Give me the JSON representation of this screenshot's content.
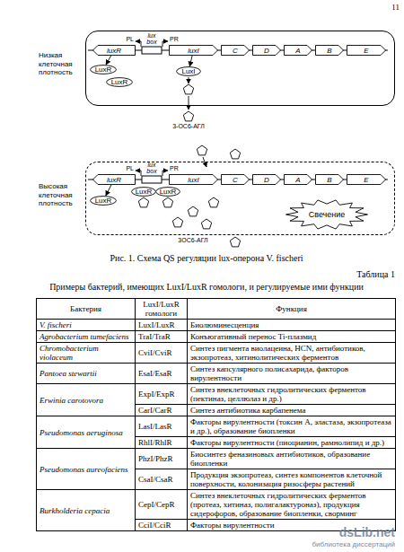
{
  "diagram": {
    "caption": "Рис. 1. Схема QS регуляции lux-оперона V. fischeri",
    "nodes": [
      {
        "text": [
          "Низкая клеточная плотность"
        ]
      },
      {
        "text": [
          "luxR"
        ],
        "in": 0
      },
      {
        "text": [
          "luxI"
        ],
        "in": 0
      },
      {
        "text": [
          "C"
        ],
        "in": 0
      },
      {
        "text": [
          "D"
        ],
        "in": 0
      },
      {
        "text": [
          "A"
        ],
        "in": 0
      },
      {
        "text": [
          "B"
        ],
        "in": 0
      },
      {
        "text": [
          "E"
        ],
        "in": 0
      },
      {
        "text": [
          "LuxR"
        ],
        "in": 0
      },
      {
        "text": [
          "LuxR"
        ],
        "in": 0
      },
      {
        "text": [
          "LuxI"
        ],
        "in": 0
      },
      {
        "text": [
          "Высокая клеточная плотность"
        ]
      },
      {
        "text": [
          "luxR"
        ],
        "in": 11
      },
      {
        "text": [
          "luxI"
        ],
        "in": 11
      },
      {
        "text": [
          "C"
        ],
        "in": 11
      },
      {
        "text": [
          "D"
        ],
        "in": 11
      },
      {
        "text": [
          "A"
        ],
        "in": 11
      },
      {
        "text": [
          "B"
        ],
        "in": 11
      },
      {
        "text": [
          "E"
        ],
        "in": 11
      },
      {
        "text": [
          "LuxR"
        ],
        "in": 11
      },
      {
        "text": [
          "LuxR"
        ],
        "in": 11
      },
      {
        "text": [
          "LuxR"
        ],
        "in": 11
      },
      {
        "text": [
          "Свечение"
        ],
        "in": 11
      }
    ],
    "edges": [
      {
        "from": 1,
        "to": 8,
        "arrow": "to"
      },
      {
        "from": 2,
        "to": 10,
        "arrow": "to"
      },
      {
        "from": 12,
        "to": 21,
        "arrow": "to"
      }
    ],
    "labels": [
      "11",
      "lux box",
      "PL",
      "PR",
      "3-OC6-АГЛ",
      "lux box",
      "PL",
      "PR",
      "3OC6-АГЛ",
      "Таблица 1",
      "Примеры бактерий, имеющих LuxI/LuxR гомологи, и регулируемые ими функции",
      "Бактерия",
      "LuxI/LuxR гомологи",
      "Функция",
      "V. fischeri",
      "LuxI/LuxR",
      "Биолюминесценция",
      "Agrobacterium tumefaciens",
      "TraI/TraR",
      "Конъюгативный перенос Ti-плазмид",
      "Chromobacterium violaceum",
      "CviI/CviR",
      "Синтез пигмента виолацеина, HCN, антибиотиков, экзопротеаз, хитинолитических ферментов",
      "Pantoea stewartii",
      "EsaI/EsaR",
      "Синтез капсулярного полисахарида, факторов вирулентности",
      "Erwinia carotovora",
      "ExpI/ExpR",
      "Синтез внеклеточных гидролитических ферментов (пектиназ, целлюлаз и др.)",
      "CarI/CarR",
      "Синтез антибиотика карбапенема",
      "Pseudomonas aeruginosa",
      "LasI/LasR",
      "Факторы вирулентности (токсин А, эластаза, экзопротеаза и др.), образование биопленки",
      "RhlI/RhlR",
      "Факторы вирулентности (пиоцианин, рамнолипид и др.)",
      "Pseudomonas aureofaciens",
      "PhzI/PhzR",
      "Биосинтез феназиновых антибиотиков, образование биопленки",
      "CsaI/CsaR",
      "Продукция экзопротеаз, синтез компонентов клеточной поверхности, колонизация ризосферы растений",
      "Burkholderia cepacia",
      "CepI/CepR",
      "Синтез внеклеточных гидролитических ферментов (протеаз, хитиназ, полигалактуроназ), продукция сидерофоров, образование биопленки, сворминг",
      "CciI/CciR",
      "Факторы вирулентности",
      "dsLib.net",
      "библиотека диссертаций"
    ]
  }
}
